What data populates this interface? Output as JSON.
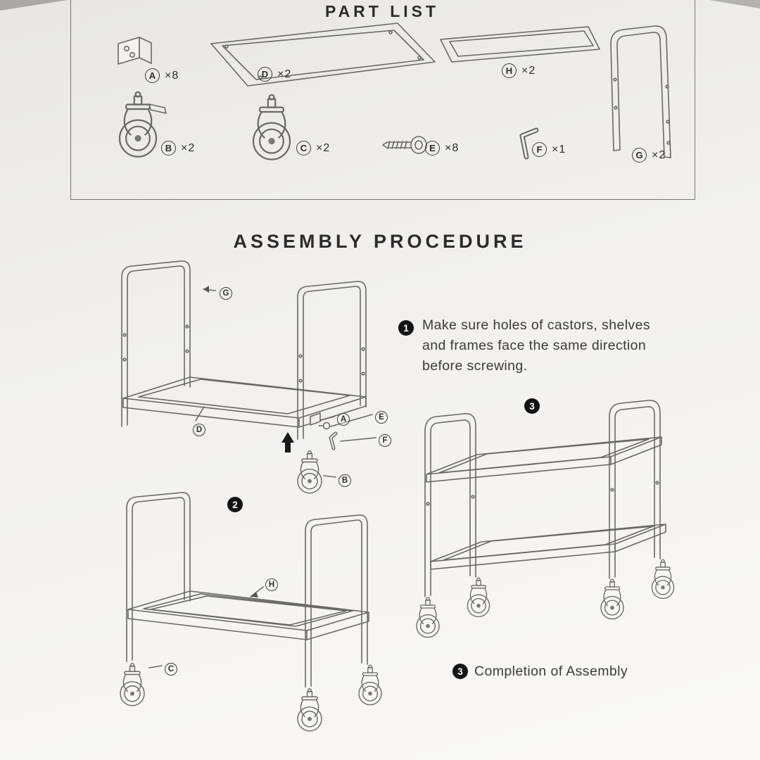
{
  "titles": {
    "part_list": "PART LIST",
    "assembly": "ASSEMBLY PROCEDURE"
  },
  "parts": [
    {
      "letter": "A",
      "qty": "×8"
    },
    {
      "letter": "D",
      "qty": "×2"
    },
    {
      "letter": "H",
      "qty": "×2"
    },
    {
      "letter": "G",
      "qty": "×2"
    },
    {
      "letter": "B",
      "qty": "×2"
    },
    {
      "letter": "C",
      "qty": "×2"
    },
    {
      "letter": "E",
      "qty": "×8"
    },
    {
      "letter": "F",
      "qty": "×1"
    }
  ],
  "steps": {
    "step1": {
      "num": "1",
      "lines": [
        "Make sure holes of castors, shelves",
        "and frames face the same direction",
        "before screwing."
      ]
    },
    "step2": {
      "num": "2"
    },
    "step3": {
      "num": "3"
    },
    "completion": {
      "num": "3",
      "text": "Completion of Assembly"
    }
  },
  "callouts": {
    "g": "G",
    "d": "D",
    "a": "A",
    "e": "E",
    "f": "F",
    "b": "B",
    "h": "H",
    "c": "C"
  },
  "colors": {
    "ink": "#2c2c2c",
    "line": "#686866",
    "paper": "#f1f0ee",
    "badge": "#141414"
  }
}
